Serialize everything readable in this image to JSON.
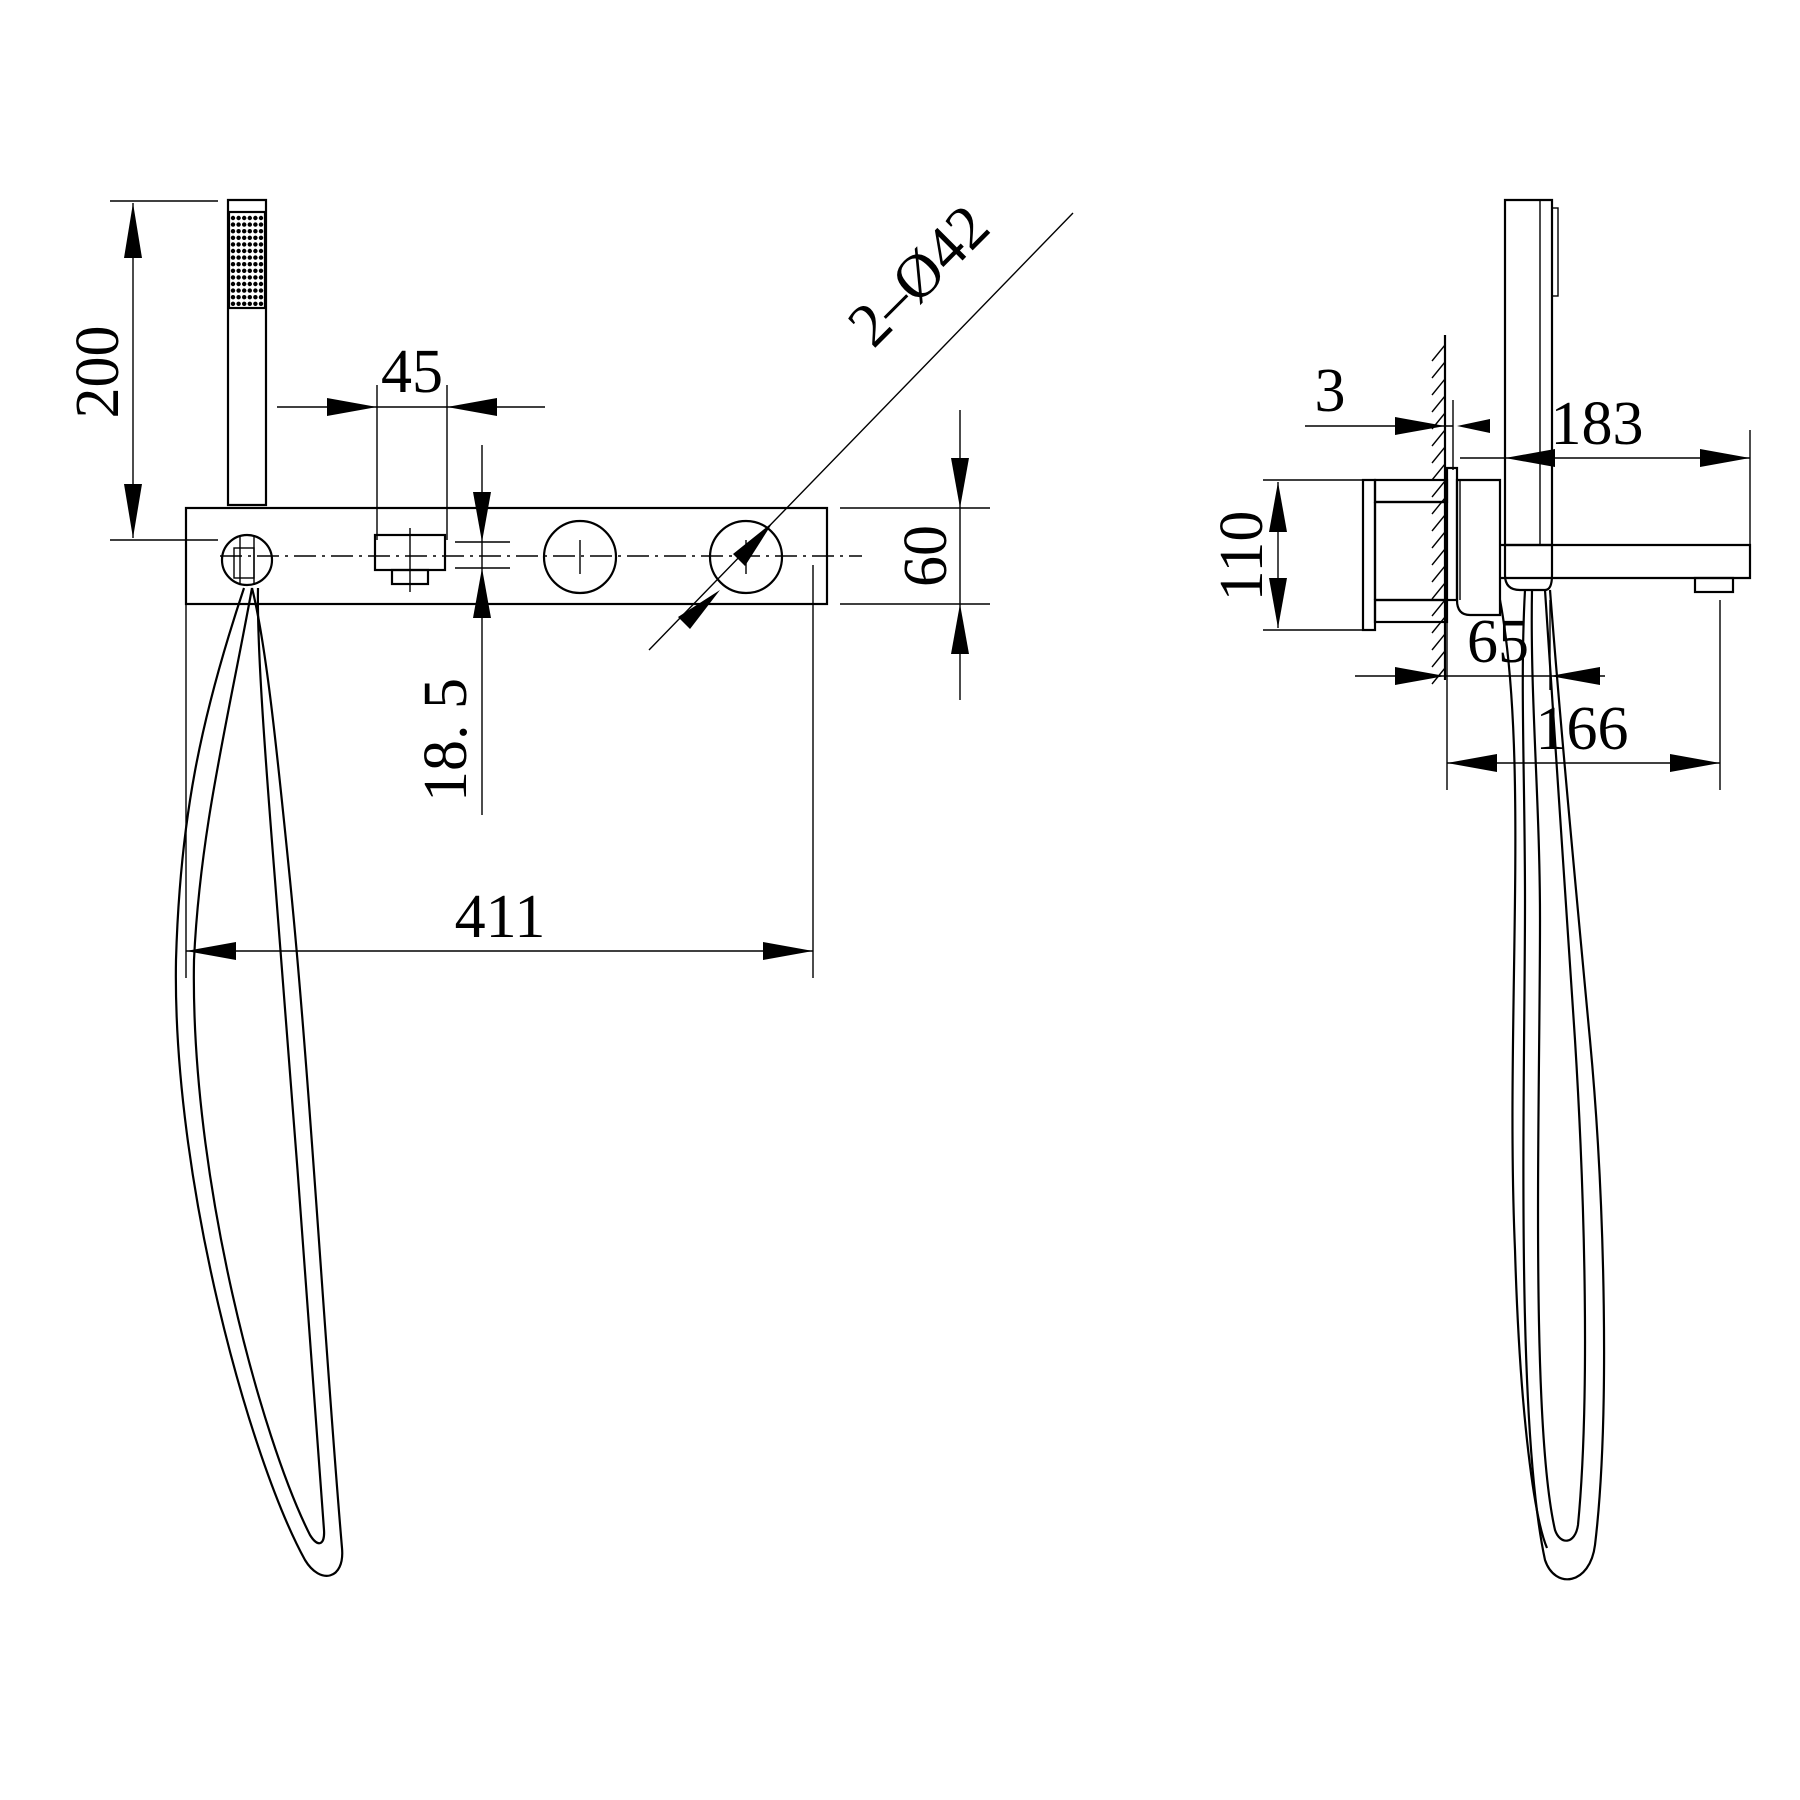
{
  "front_view": {
    "dim_handshower_height": "200",
    "dim_control_width": "45",
    "dim_knob_diameter": "2–Ø42",
    "dim_plate_height": "60",
    "dim_offset": "18. 5",
    "dim_plate_width": "411"
  },
  "side_view": {
    "dim_plate_thickness": "3",
    "dim_handshower_projection": "183",
    "dim_body_height": "110",
    "dim_body_depth": "65",
    "dim_spout_projection": "166"
  }
}
